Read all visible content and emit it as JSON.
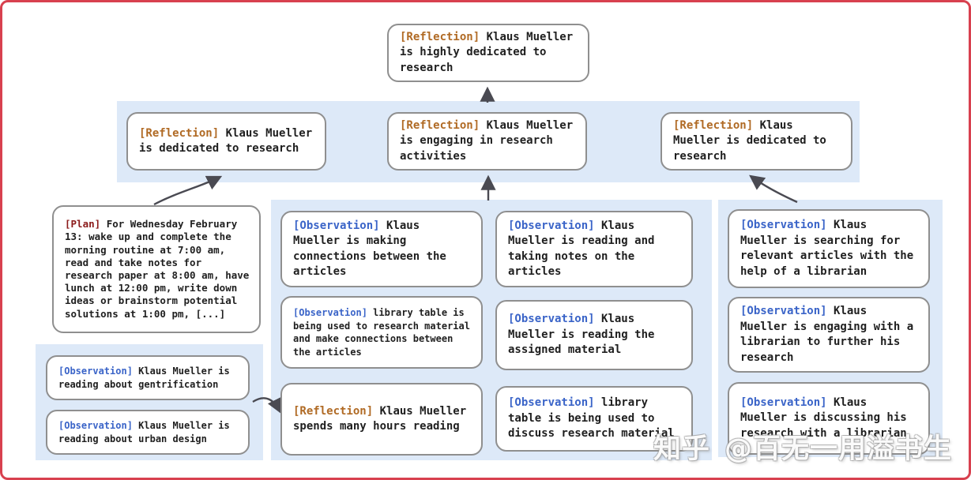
{
  "colors": {
    "frame_border": "#d8414f",
    "band_background": "#dde9f8",
    "node_border": "#8f8f8f",
    "node_background": "#ffffff",
    "reflection_label": "#b06a24",
    "observation_label": "#3a64c8",
    "plan_label": "#8b1a1a",
    "arrow": "#4a4a52",
    "body_text": "#1f1f1f"
  },
  "watermark": {
    "brand": "知乎",
    "handle": "@百无一用溢书生"
  },
  "nodes": {
    "top": {
      "label": "[Reflection]",
      "text": "Klaus Mueller is highly dedicated to research"
    },
    "row2_left": {
      "label": "[Reflection]",
      "text": "Klaus Mueller is dedicated to research"
    },
    "row2_mid": {
      "label": "[Reflection]",
      "text": "Klaus Mueller is engaging in research activities"
    },
    "row2_right": {
      "label": "[Reflection]",
      "text": "Klaus Mueller is dedicated to research"
    },
    "plan": {
      "label": "[Plan]",
      "text": "For Wednesday February 13: wake up and complete the morning routine at 7:00 am, read and take notes for research paper at 8:00 am, have lunch at 12:00 pm, write down ideas or brainstorm potential solutions at 1:00 pm, [...]"
    },
    "left_obs_top": {
      "label": "[Observation]",
      "text": "Klaus Mueller is reading about gentrification"
    },
    "left_obs_bottom": {
      "label": "[Observation]",
      "text": "Klaus Mueller is reading about urban design"
    },
    "mid_connections": {
      "label": "[Observation]",
      "text": "Klaus Mueller is making connections between the articles"
    },
    "mid_library_research": {
      "label": "[Observation]",
      "text": "library table is being used to research material and make connections between the articles"
    },
    "mid_reflection_hours": {
      "label": "[Reflection]",
      "text": "Klaus Mueller spends many hours reading"
    },
    "mid_taking_notes": {
      "label": "[Observation]",
      "text": "Klaus Mueller is reading and taking notes on the articles"
    },
    "mid_assigned": {
      "label": "[Observation]",
      "text": "Klaus Mueller is reading the assigned material"
    },
    "mid_library_discuss": {
      "label": "[Observation]",
      "text": "library table is being used to discuss research material"
    },
    "right_searching": {
      "label": "[Observation]",
      "text": "Klaus Mueller is searching for relevant articles with the help of a librarian"
    },
    "right_engaging": {
      "label": "[Observation]",
      "text": "Klaus Mueller is engaging with a librarian to further his research"
    },
    "right_discussing": {
      "label": "[Observation]",
      "text": "Klaus Mueller is discussing his research with a librarian"
    }
  }
}
